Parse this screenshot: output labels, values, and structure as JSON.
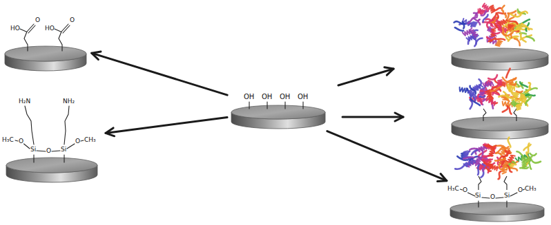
{
  "diagram": {
    "nodes": [
      {
        "text": [
          "HO",
          "O",
          "HO",
          "O"
        ]
      },
      {
        "text": [
          "H₂N",
          "NH₂",
          "H₃C",
          "O",
          "Si",
          "O",
          "Si",
          "O",
          "CH₃"
        ]
      },
      {
        "text": [
          "OH",
          "OH",
          "OH",
          "OH"
        ]
      },
      {
        "text": [
          "H₃C",
          "O",
          "Si",
          "O",
          "Si",
          "O",
          "CH₃"
        ]
      }
    ],
    "edges": [
      {
        "from": 2,
        "to": 0,
        "arrow": "to"
      },
      {
        "from": 2,
        "to": 1,
        "arrow": "to"
      },
      {
        "from": 2,
        "to": 3,
        "arrow": "to"
      }
    ]
  }
}
